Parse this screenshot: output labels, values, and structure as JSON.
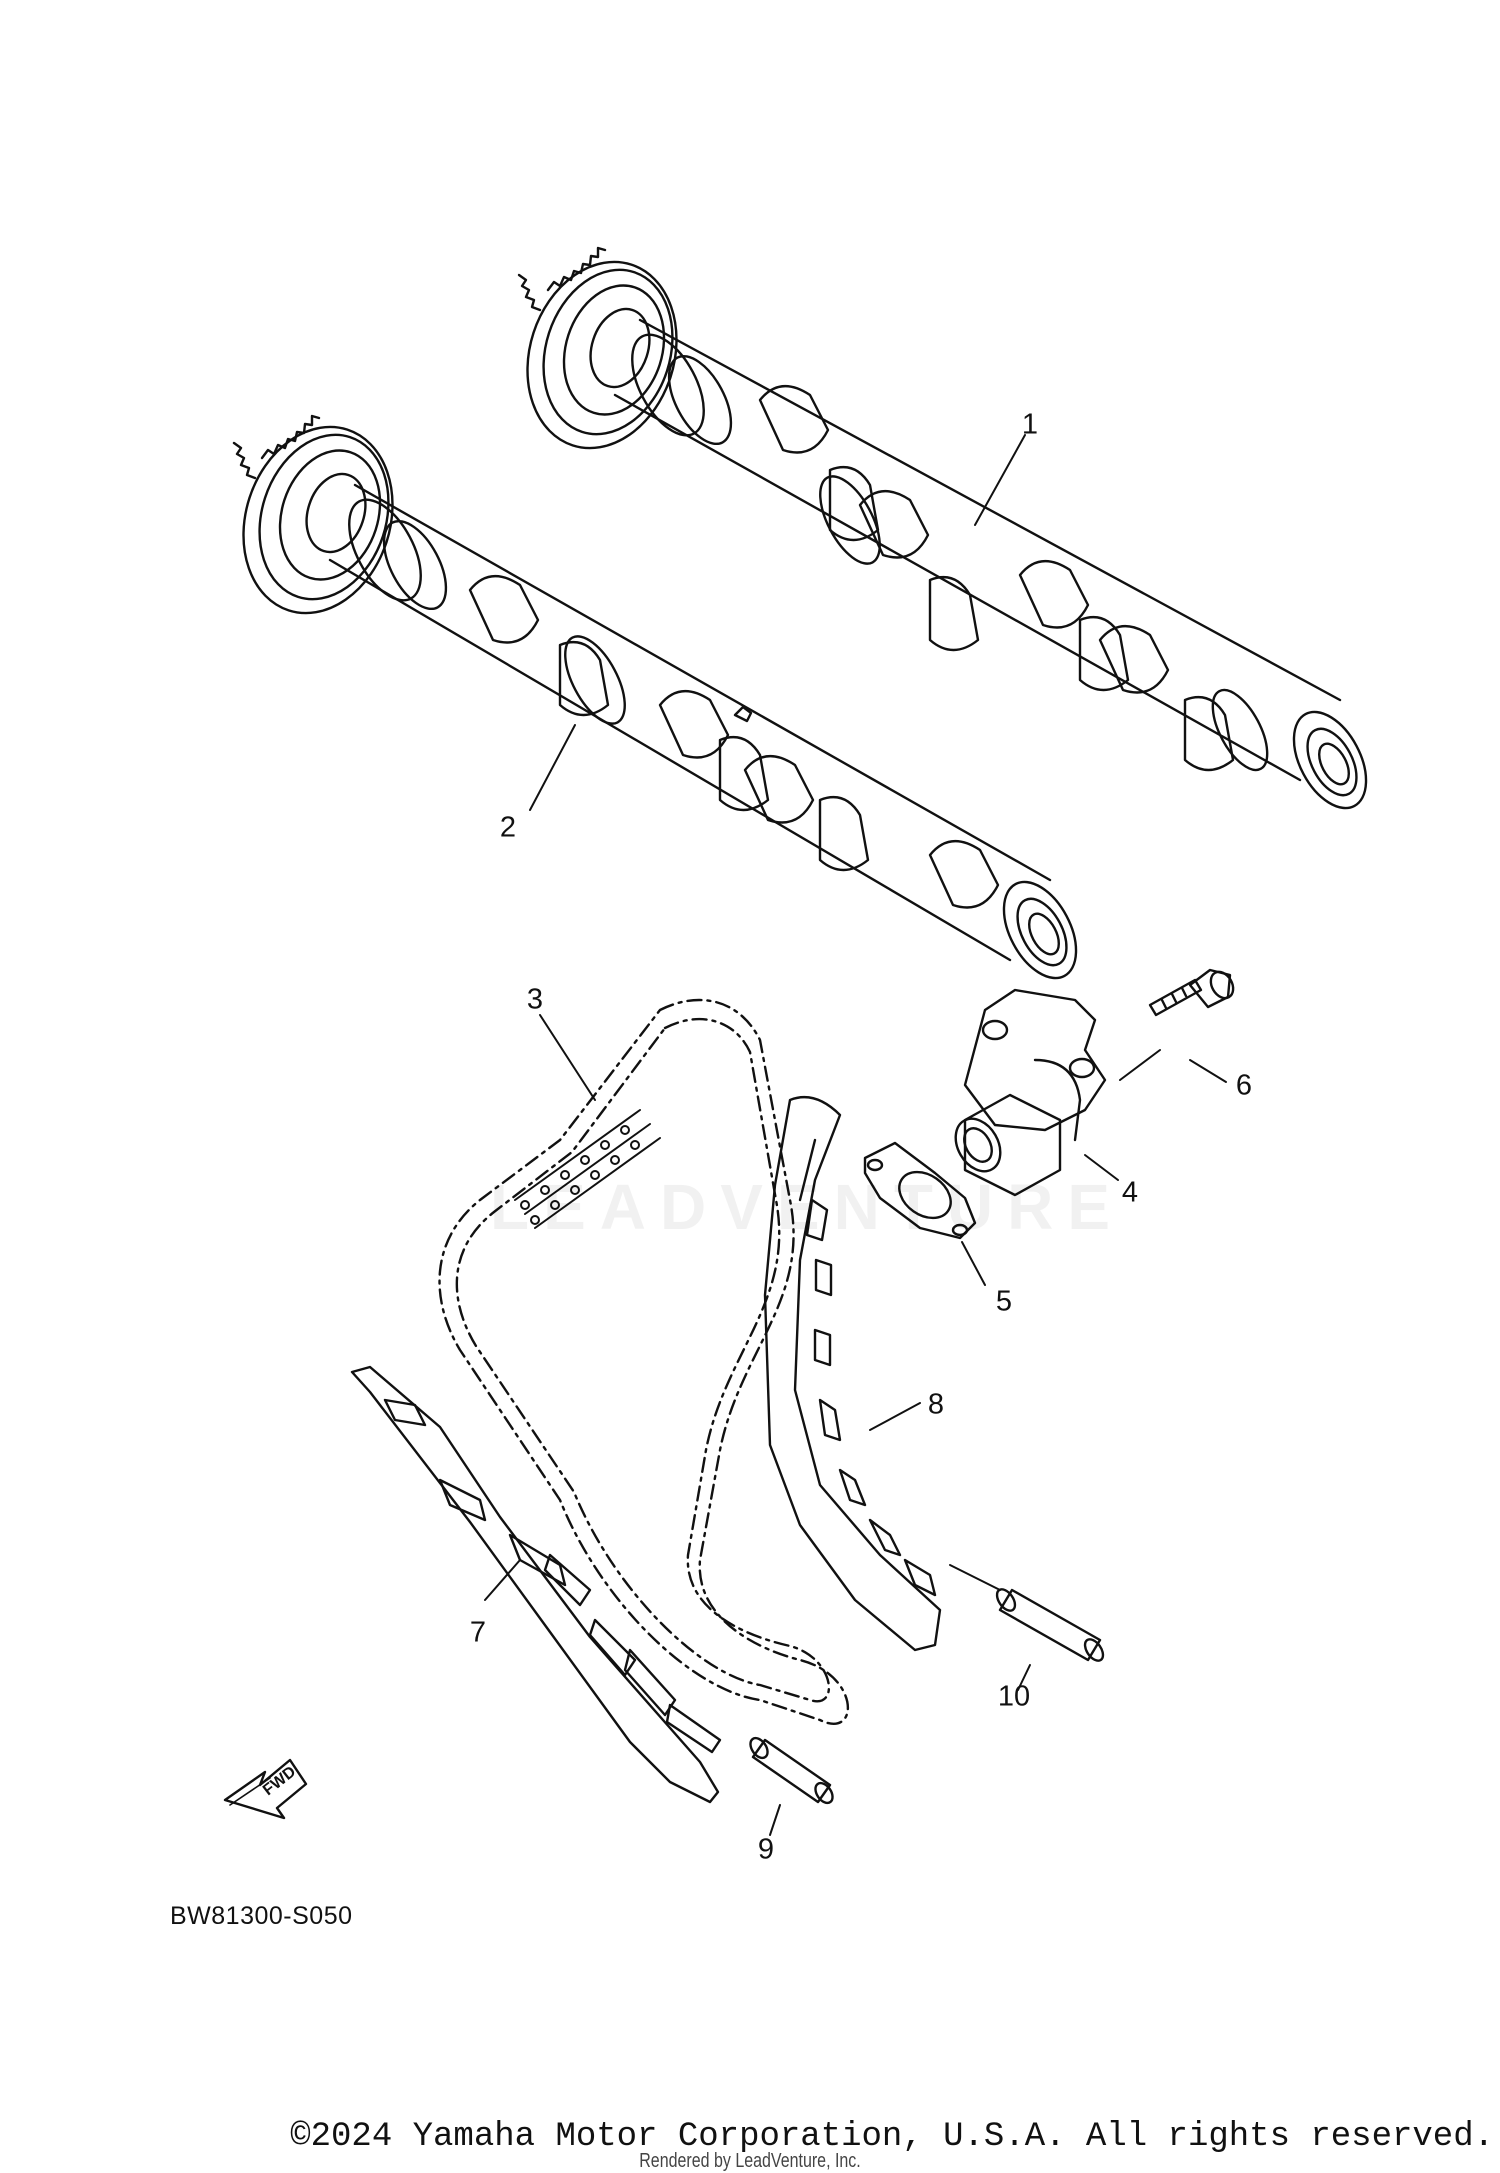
{
  "diagram": {
    "code": "BW81300-S050",
    "fwd_label": "FWD",
    "copyright": "©2024 Yamaha Motor Corporation, U.S.A. All rights reserved.",
    "rendered_by": "Rendered by LeadVenture, Inc.",
    "watermark": "LEADVENTURE"
  },
  "callouts": [
    {
      "id": "1",
      "label": "1",
      "part": "camshaft-1"
    },
    {
      "id": "2",
      "label": "2",
      "part": "camshaft-2"
    },
    {
      "id": "3",
      "label": "3",
      "part": "timing-chain"
    },
    {
      "id": "4",
      "label": "4",
      "part": "chain-tensioner"
    },
    {
      "id": "5",
      "label": "5",
      "part": "tensioner-gasket"
    },
    {
      "id": "6",
      "label": "6",
      "part": "bolt"
    },
    {
      "id": "7",
      "label": "7",
      "part": "chain-guide"
    },
    {
      "id": "8",
      "label": "8",
      "part": "tensioner-guide"
    },
    {
      "id": "9",
      "label": "9",
      "part": "pin"
    },
    {
      "id": "10",
      "label": "10",
      "part": "pin"
    }
  ]
}
